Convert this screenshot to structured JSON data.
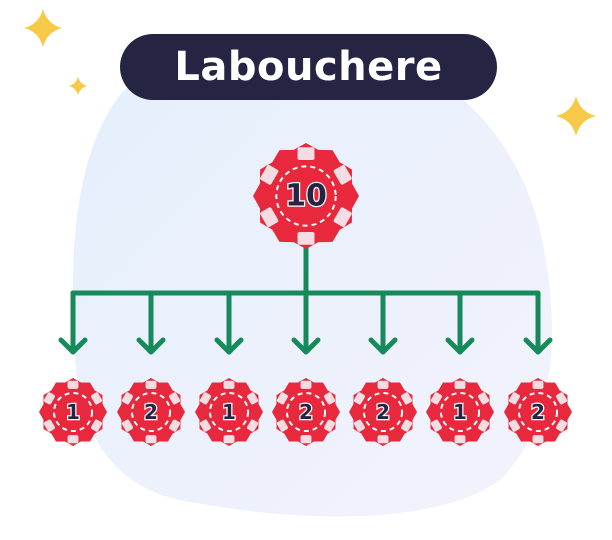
{
  "title": "Labouchere",
  "root_chip": {
    "value": "10"
  },
  "child_chips": [
    {
      "value": "1"
    },
    {
      "value": "2"
    },
    {
      "value": "1"
    },
    {
      "value": "2"
    },
    {
      "value": "2"
    },
    {
      "value": "1"
    },
    {
      "value": "2"
    }
  ],
  "colors": {
    "title_bg": "#262443",
    "title_text": "#ffffff",
    "chip_red": "#e8283c",
    "chip_stripe": "#f4dde2",
    "chip_center": "#262443",
    "arrow_green": "#168a5a",
    "star_yellow": "#f7c948",
    "blob_light": "#eaf2fc"
  }
}
